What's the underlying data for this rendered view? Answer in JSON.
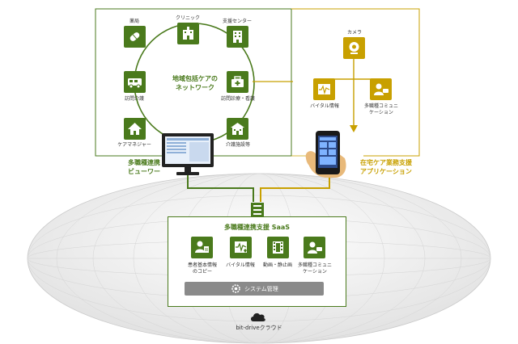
{
  "network": {
    "title_line1": "地域包括ケアの",
    "title_line2": "ネットワーク",
    "nodes": {
      "pharmacy": "薬局",
      "clinic": "クリニック",
      "support_center": "支援センター",
      "visit_care": "訪問介護",
      "visit_nursing": "訪問診療・看護",
      "care_manager": "ケアマネジャー",
      "care_facility": "介護施設等"
    }
  },
  "viewer": {
    "line1": "多職種連携",
    "line2": "ビューワー"
  },
  "home_app": {
    "camera": "カメラ",
    "vital": "バイタル情報",
    "comm_line1": "多職種コミュニ",
    "comm_line2": "ケーション",
    "title_line1": "在宅ケア業務支援",
    "title_line2": "アプリケーション"
  },
  "saas": {
    "title": "多職種連携支援 SaaS",
    "items": {
      "patient_line1": "患者基本情報",
      "patient_line2": "のコピー",
      "vital": "バイタル情報",
      "video": "動画・静止画",
      "comm_line1": "多職種コミュニ",
      "comm_line2": "ケーション"
    },
    "system": "システム管理"
  },
  "cloud": {
    "label": "bit-driveクラウド"
  },
  "colors": {
    "green": "#4a7a1c",
    "yellow": "#c8a000",
    "gray": "#8a8a8a"
  }
}
